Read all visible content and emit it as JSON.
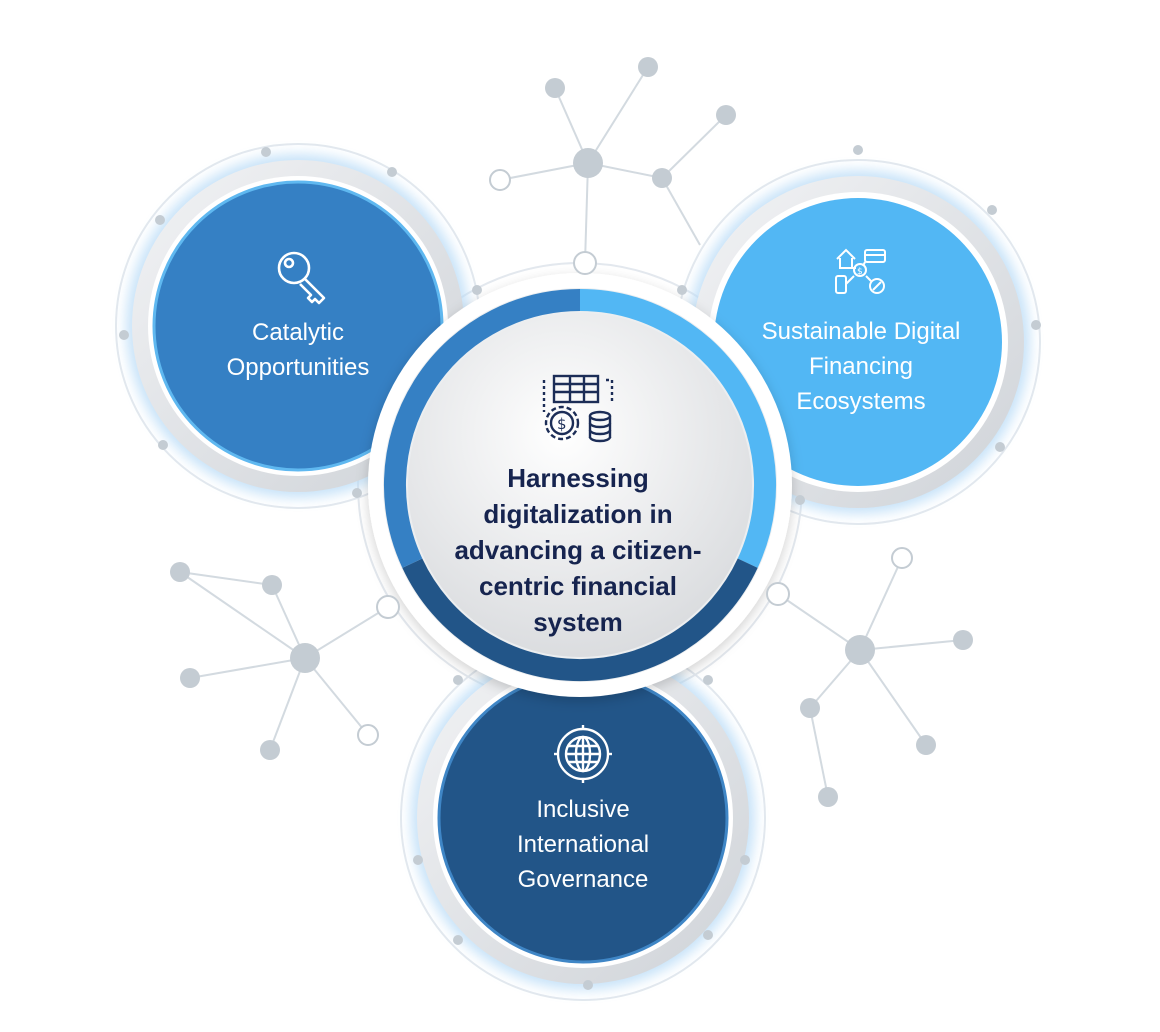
{
  "center": {
    "lines": [
      "Harnessing",
      "digitalization in",
      "advancing a citizen-",
      "centric financial",
      "system"
    ],
    "icon": "finance-gear-coins-icon"
  },
  "pillars": [
    {
      "id": "catalytic",
      "lines": [
        "Catalytic",
        "Opportunities"
      ],
      "icon": "key-icon",
      "color": "#3580c4"
    },
    {
      "id": "sustainable",
      "lines": [
        "Sustainable Digital",
        "Financing",
        "Ecosystems"
      ],
      "icon": "digital-finance-icon",
      "color": "#52b7f4"
    },
    {
      "id": "inclusive",
      "lines": [
        "Inclusive",
        "International",
        "Governance"
      ],
      "icon": "globe-icon",
      "color": "#225588"
    }
  ],
  "colors": {
    "ring_light": "#52b7f4",
    "ring_mid": "#3580c4",
    "ring_dark": "#225588",
    "node": "#c4ccd3",
    "center_text": "#16244f"
  }
}
